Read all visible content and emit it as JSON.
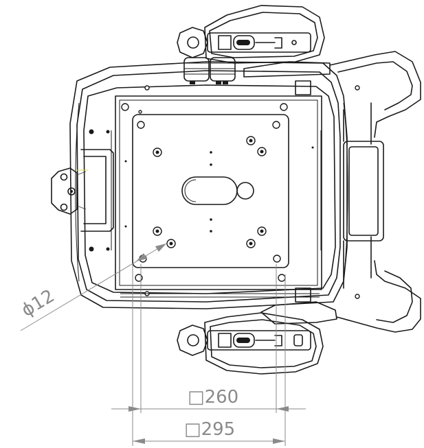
{
  "dimensions": {
    "hole_diameter": {
      "symbol": "ϕ",
      "value": "12"
    },
    "inner_square": {
      "symbol": "□",
      "value": "260"
    },
    "outer_square": {
      "symbol": "□",
      "value": "295"
    }
  }
}
